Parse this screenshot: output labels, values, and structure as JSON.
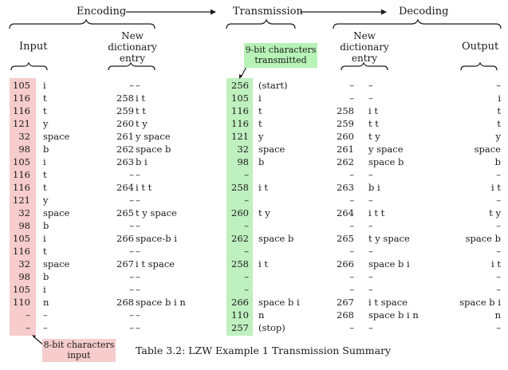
{
  "headers": {
    "encoding": "Encoding",
    "transmission": "Transmission",
    "decoding": "Decoding",
    "input": "Input",
    "new_entry_enc": [
      "New",
      "dictionary",
      "entry"
    ],
    "new_entry_dec": [
      "New",
      "dictionary",
      "entry"
    ],
    "output": "Output"
  },
  "labels": {
    "nine_bit": [
      "9-bit characters",
      "transmitted"
    ],
    "eight_bit": [
      "8-bit characters",
      "input"
    ]
  },
  "caption": "Table 3.2: LZW Example 1 Transmission Summary",
  "rows": [
    [
      "105",
      "i",
      "–",
      "–",
      "256",
      "(start)",
      "–",
      "–",
      "–"
    ],
    [
      "116",
      "t",
      "258",
      "i t",
      "105",
      "i",
      "–",
      "–",
      "i"
    ],
    [
      "116",
      "t",
      "259",
      "t t",
      "116",
      "t",
      "258",
      "i t",
      "t"
    ],
    [
      "121",
      "y",
      "260",
      "t y",
      "116",
      "t",
      "259",
      "t t",
      "t"
    ],
    [
      "32",
      "space",
      "261",
      "y space",
      "121",
      "y",
      "260",
      "t y",
      "y"
    ],
    [
      "98",
      "b",
      "262",
      "space b",
      "32",
      "space",
      "261",
      "y space",
      "space"
    ],
    [
      "105",
      "i",
      "263",
      "b i",
      "98",
      "b",
      "262",
      "space b",
      "b"
    ],
    [
      "116",
      "t",
      "–",
      "–",
      "–",
      "",
      "–",
      "–",
      "–"
    ],
    [
      "116",
      "t",
      "264",
      "i t t",
      "258",
      "i t",
      "263",
      "b i",
      "i t"
    ],
    [
      "121",
      "y",
      "–",
      "–",
      "–",
      "",
      "–",
      "–",
      "–"
    ],
    [
      "32",
      "space",
      "265",
      "t y space",
      "260",
      "t y",
      "264",
      "i t t",
      "t y"
    ],
    [
      "98",
      "b",
      "–",
      "–",
      "–",
      "",
      "–",
      "–",
      "–"
    ],
    [
      "105",
      "i",
      "266",
      "space-b i",
      "262",
      "space b",
      "265",
      "t y space",
      "space b"
    ],
    [
      "116",
      "t",
      "–",
      "–",
      "–",
      "",
      "–",
      "–",
      "–"
    ],
    [
      "32",
      "space",
      "267",
      "i t space",
      "258",
      "i t",
      "266",
      "space b i",
      "i t"
    ],
    [
      "98",
      "b",
      "–",
      "–",
      "–",
      "",
      "–",
      "–",
      "–"
    ],
    [
      "105",
      "i",
      "–",
      "–",
      "–",
      "",
      "–",
      "–",
      "–"
    ],
    [
      "110",
      "n",
      "268",
      "space b i n",
      "266",
      "space b i",
      "267",
      "i t space",
      "space b i"
    ],
    [
      "–",
      "–",
      "–",
      "–",
      "110",
      "n",
      "268",
      "space b i n",
      "n"
    ],
    [
      "–",
      "–",
      "–",
      "–",
      "257",
      "(stop)",
      "–",
      "–",
      "–"
    ]
  ]
}
